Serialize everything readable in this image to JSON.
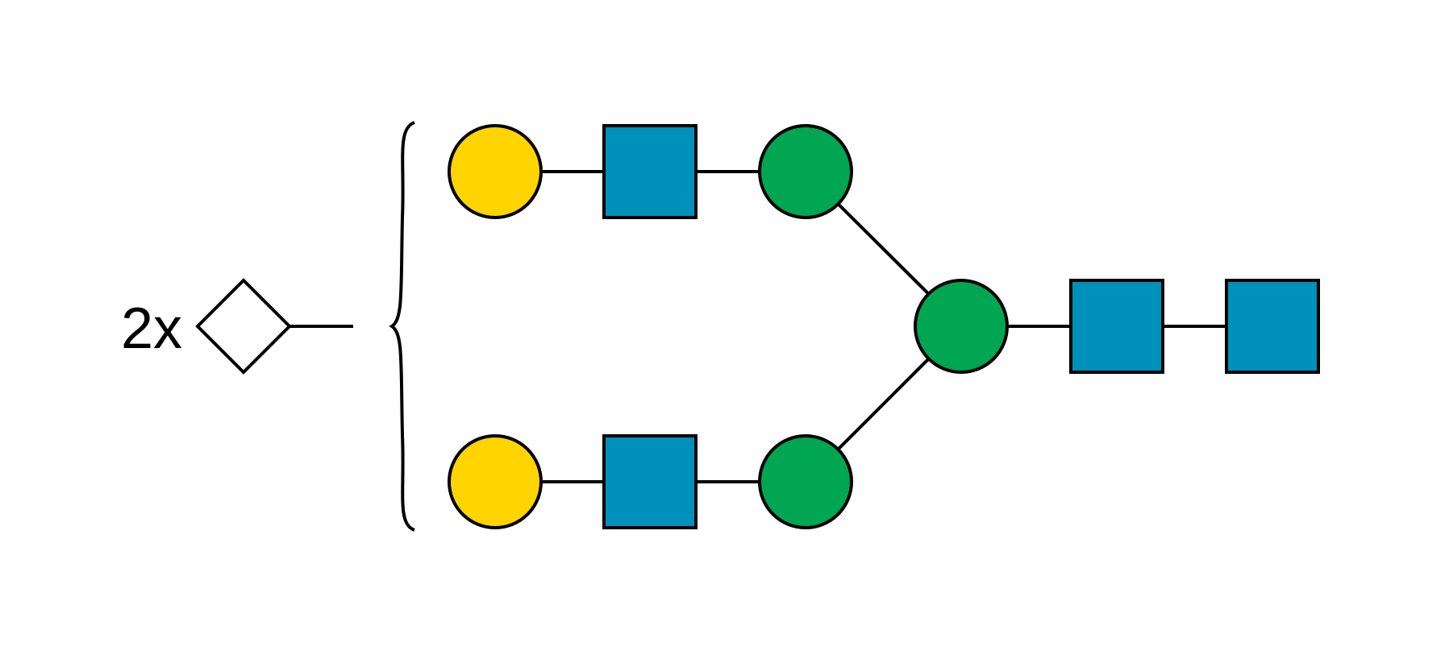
{
  "colors": {
    "galactose": "#FFD400",
    "glcnac": "#0090BC",
    "mannose": "#00A651",
    "unknown": "#FFFFFF",
    "stroke": "#000000",
    "background": "#FFFFFF"
  },
  "diagram": {
    "multiplier_label": "2x",
    "residues": [
      {
        "id": "gal-1",
        "shape": "circle",
        "type": "galactose"
      },
      {
        "id": "glcnac-1",
        "shape": "square",
        "type": "glcnac"
      },
      {
        "id": "man-1",
        "shape": "circle",
        "type": "mannose"
      },
      {
        "id": "gal-2",
        "shape": "circle",
        "type": "galactose"
      },
      {
        "id": "glcnac-2",
        "shape": "square",
        "type": "glcnac"
      },
      {
        "id": "man-2",
        "shape": "circle",
        "type": "mannose"
      },
      {
        "id": "man-core",
        "shape": "circle",
        "type": "mannose"
      },
      {
        "id": "glcnac-core-1",
        "shape": "square",
        "type": "glcnac"
      },
      {
        "id": "glcnac-core-2",
        "shape": "square",
        "type": "glcnac"
      },
      {
        "id": "unknown-residue",
        "shape": "diamond",
        "type": "unknown"
      }
    ],
    "links": [
      [
        "gal-1",
        "glcnac-1"
      ],
      [
        "glcnac-1",
        "man-1"
      ],
      [
        "man-1",
        "man-core"
      ],
      [
        "gal-2",
        "glcnac-2"
      ],
      [
        "glcnac-2",
        "man-2"
      ],
      [
        "man-2",
        "man-core"
      ],
      [
        "man-core",
        "glcnac-core-1"
      ],
      [
        "glcnac-core-1",
        "glcnac-core-2"
      ]
    ]
  }
}
